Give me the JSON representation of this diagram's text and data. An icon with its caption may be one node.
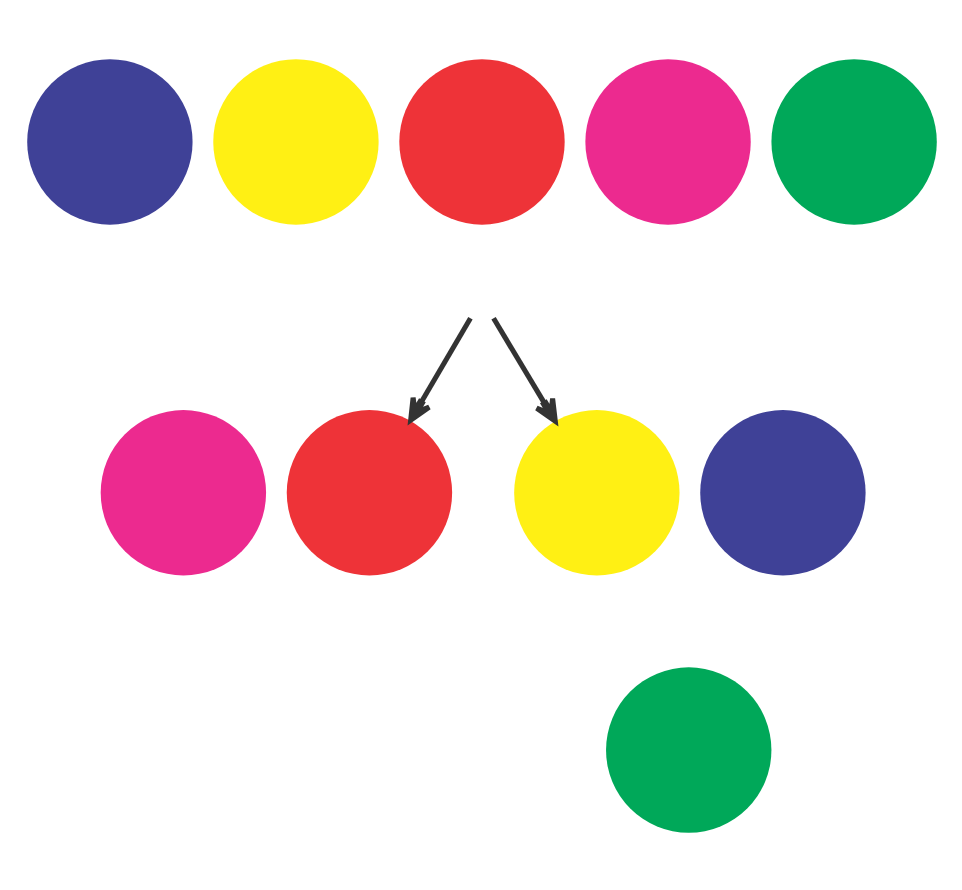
{
  "diagram": {
    "nodes": [
      {
        "text": [],
        "shape": "circle"
      },
      {
        "text": [],
        "shape": "circle"
      },
      {
        "text": [],
        "shape": "circle"
      },
      {
        "text": [],
        "shape": "circle"
      },
      {
        "text": [],
        "shape": "circle"
      },
      {
        "text": [],
        "shape": "circle"
      },
      {
        "text": [],
        "shape": "circle"
      },
      {
        "text": [],
        "shape": "circle"
      },
      {
        "text": [],
        "shape": "circle"
      },
      {
        "text": [],
        "shape": "circle"
      }
    ],
    "edges": [
      {
        "from": null,
        "to": 6,
        "arrow": "to"
      },
      {
        "from": null,
        "to": 7,
        "arrow": "to"
      }
    ]
  }
}
